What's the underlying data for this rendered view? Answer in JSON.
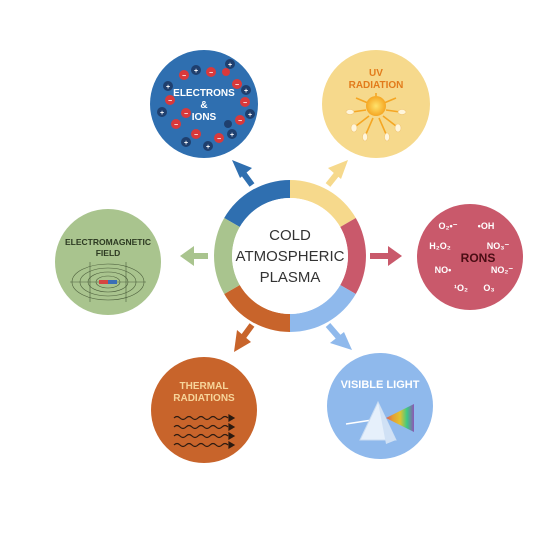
{
  "center": {
    "line1": "COLD",
    "line2": "ATMOSPHERIC",
    "line3": "PLASMA"
  },
  "nodes": {
    "electrons": {
      "line1": "ELECTRONS",
      "line2": "&",
      "line3": "IONS",
      "color": "#2f6fb0"
    },
    "uv": {
      "line1": "UV",
      "line2": "RADIATION",
      "color": "#f6d98c"
    },
    "rons": {
      "label": "RONS",
      "color": "#c9596b",
      "species": {
        "o2_radical": "O₂•⁻",
        "oh": "•OH",
        "h2o2": "H₂O₂",
        "no3": "NO₃⁻",
        "no_radical": "NO•",
        "no2": "NO₂⁻",
        "singlet_o2": "¹O₂",
        "o3": "O₃"
      }
    },
    "visible": {
      "label": "VISIBLE LIGHT",
      "color": "#8fb9ec"
    },
    "thermal": {
      "line1": "THERMAL",
      "line2": "RADIATIONS",
      "color": "#c8642b"
    },
    "em": {
      "line1": "ELECTROMAGNETIC",
      "line2": "FIELD",
      "color": "#a9c48e"
    }
  },
  "colors": {
    "ring_blue": "#2f6fb0",
    "ring_yellow": "#f6d98c",
    "ring_red": "#c9596b",
    "ring_lightblue": "#8fb9ec",
    "ring_orange": "#c8642b",
    "ring_green": "#a9c48e"
  }
}
